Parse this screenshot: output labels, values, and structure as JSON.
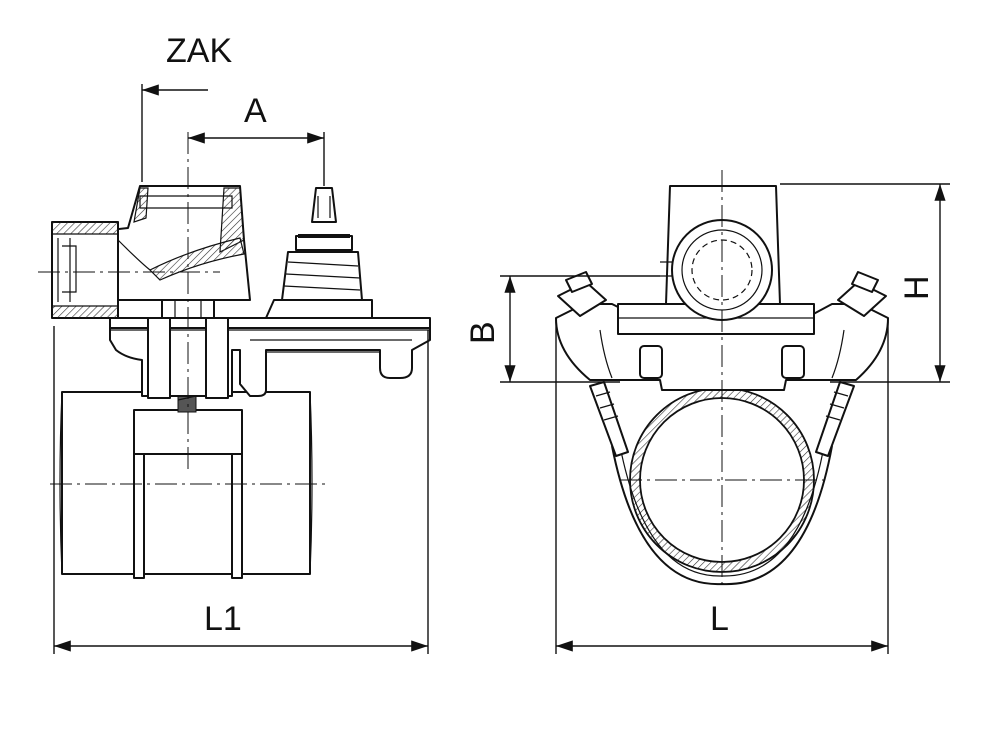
{
  "dimensions": {
    "zak": "ZAK",
    "a": "A",
    "l1": "L1",
    "b": "B",
    "h": "H",
    "l": "L"
  },
  "colors": {
    "line": "#111111",
    "background": "#ffffff",
    "hatch": "#333333"
  }
}
